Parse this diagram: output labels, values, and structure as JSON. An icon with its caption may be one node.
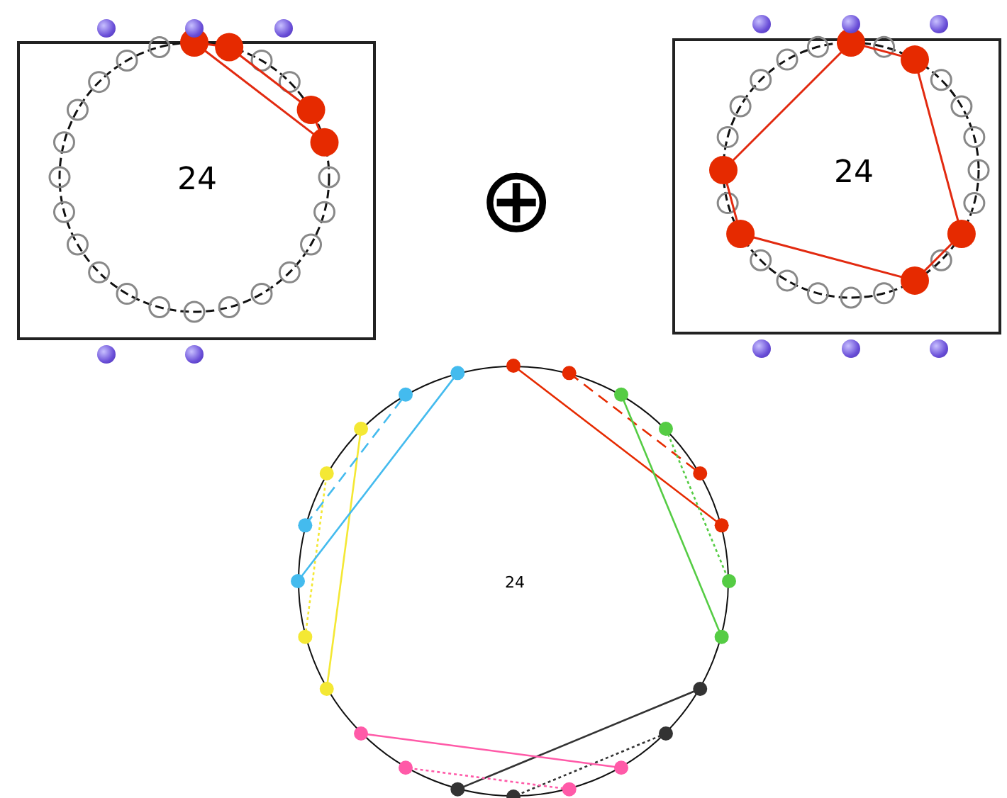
{
  "diagram": {
    "nodes": [
      {
        "text": [
          "24"
        ]
      },
      {
        "text": [
          "24"
        ]
      },
      {
        "text": [
          "24"
        ]
      }
    ],
    "labels": [
      "⊕"
    ]
  }
}
